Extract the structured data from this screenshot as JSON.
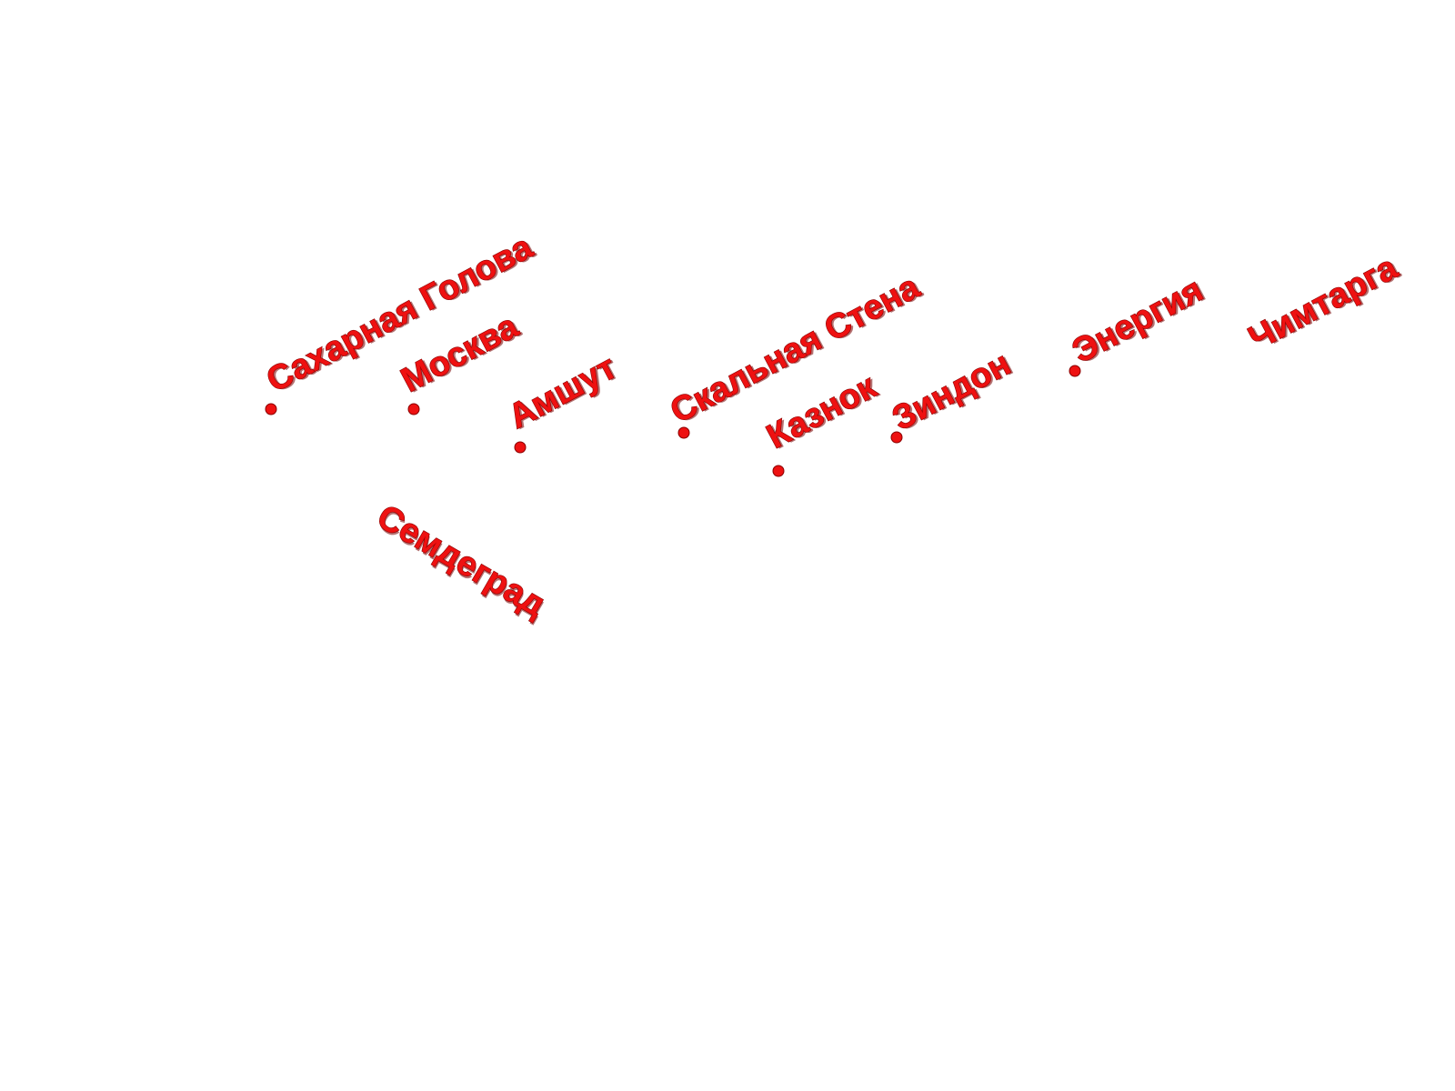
{
  "map": {
    "label_color": "#ee1111",
    "places": [
      {
        "id": "sakharnaya-golova",
        "name": "Сахарная Голова",
        "has_marker": true
      },
      {
        "id": "moskva",
        "name": "Москва",
        "has_marker": true
      },
      {
        "id": "amshut",
        "name": "Амшут",
        "has_marker": true
      },
      {
        "id": "skalnaya-stena",
        "name": "Скальная Стена",
        "has_marker": true
      },
      {
        "id": "kaznok",
        "name": "Казнок",
        "has_marker": true
      },
      {
        "id": "zindon",
        "name": "Зиндон",
        "has_marker": true
      },
      {
        "id": "energiya",
        "name": "Энергия",
        "has_marker": true
      },
      {
        "id": "chimtarga",
        "name": "Чимтарга",
        "has_marker": false
      },
      {
        "id": "semdegrad",
        "name": "Семдеград",
        "has_marker": false
      }
    ]
  }
}
